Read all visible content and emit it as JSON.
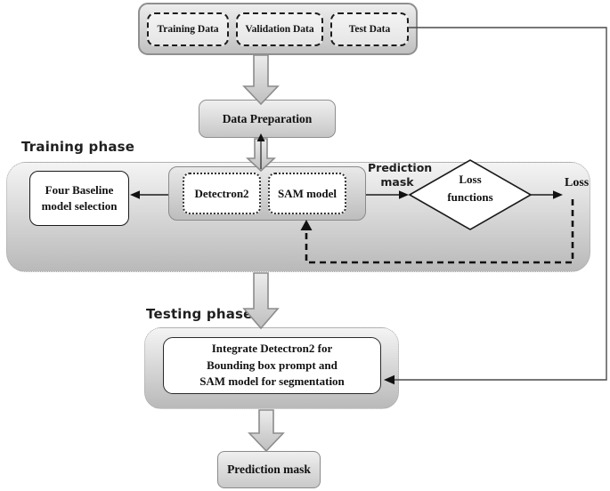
{
  "data_sources": {
    "training_data": "Training Data",
    "validation_data": "Validation Data",
    "test_data": "Test Data"
  },
  "data_preparation": {
    "label": "Data Preparation"
  },
  "training_phase": {
    "label": "Training phase",
    "four_baseline": {
      "line1": "Four Baseline",
      "line2": "model selection"
    },
    "detectron2": {
      "label": "Detectron2"
    },
    "sam_model": {
      "label": "SAM model"
    },
    "prediction_mask_annotation": {
      "line1": "Prediction",
      "line2": "mask"
    },
    "loss_functions": {
      "line1": "Loss",
      "line2": "functions"
    },
    "loss_annotation": {
      "label": "Loss"
    }
  },
  "testing_phase": {
    "label": "Testing phase",
    "integration_box": {
      "line1": "Integrate Detectron2 for",
      "line2": "Bounding box prompt and",
      "line3": "SAM model for segmentation"
    }
  },
  "output": {
    "prediction_mask": "Prediction mask"
  },
  "colors": {
    "background": "#ffffff",
    "container_border": "#8f8f8f",
    "container_fill_top": "#ededed",
    "container_fill_bottom": "#c0c0c0",
    "phase_fill_top": "#f4f4f4",
    "phase_fill_bottom": "#b9b9b9",
    "box_border_dark": "#1a1a1a",
    "arrow_line": "#1a1a1a",
    "route_line": "#4a4a4a",
    "block_arrow_fill_top": "#ececec",
    "block_arrow_fill_bottom": "#bfbfbf",
    "block_arrow_stroke": "#8c8c8c"
  }
}
